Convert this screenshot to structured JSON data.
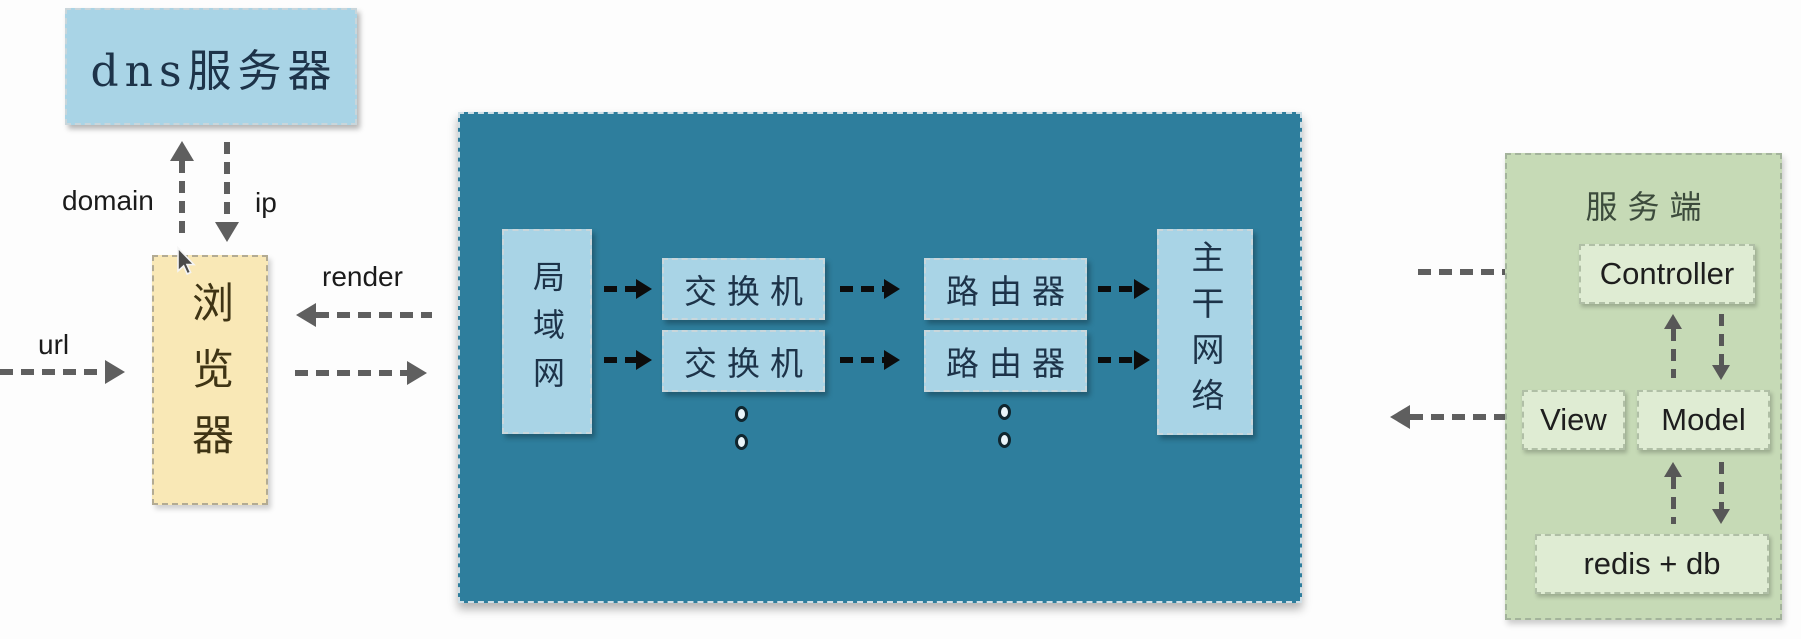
{
  "left_flow": {
    "dns_label": "dns服务器",
    "browser_label": "浏览器",
    "url_label": "url",
    "domain_label": "domain",
    "ip_label": "ip",
    "render_label": "render"
  },
  "network_panel": {
    "lan_label": "局域网",
    "switches": [
      "交换机",
      "交换机"
    ],
    "routers": [
      "路由器",
      "路由器"
    ],
    "backbone_label": "主干网络"
  },
  "server_panel": {
    "title": "服务端",
    "controller_label": "Controller",
    "view_label": "View",
    "model_label": "Model",
    "redis_label": "redis + db"
  },
  "colors": {
    "panel_teal": "#2e7e9d",
    "node_blue": "#a9d4e6",
    "browser_yellow": "#f9e8b6",
    "panel_green": "#c6dab6",
    "node_green": "#dfecd3",
    "arrow_gray": "#5f5f5f",
    "arrow_black": "#0c0c0c"
  }
}
